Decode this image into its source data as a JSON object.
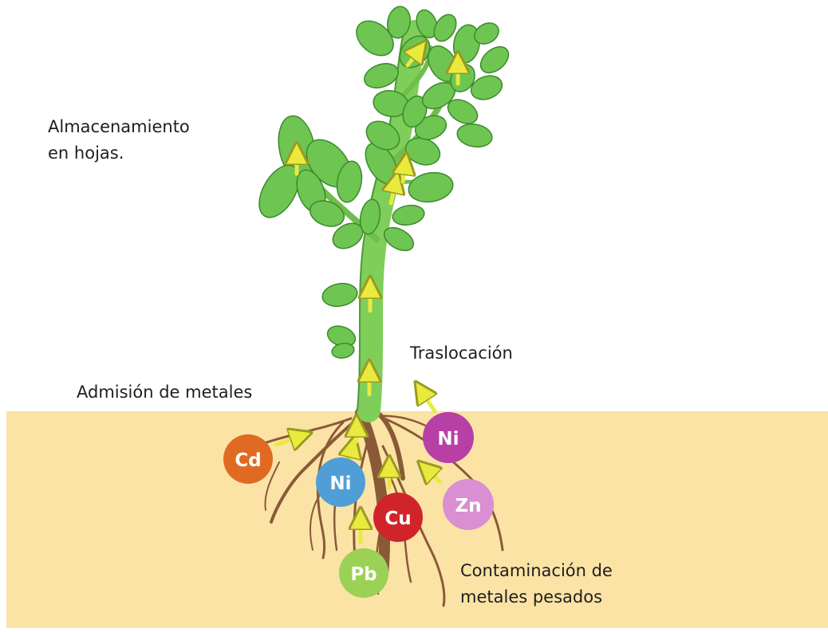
{
  "labels": {
    "storage_line1": "Almacenamiento",
    "storage_line2": "en hojas.",
    "translocation": "Traslocación",
    "uptake": "Admisión de metales",
    "contamination_line1": "Contaminación de",
    "contamination_line2": "metales pesados"
  },
  "metals": [
    {
      "symbol": "Cd",
      "color": "#e06a22"
    },
    {
      "symbol": "Ni",
      "color": "#4f9fd6"
    },
    {
      "symbol": "Cu",
      "color": "#d0242a"
    },
    {
      "symbol": "Ni",
      "color": "#b83fa5"
    },
    {
      "symbol": "Zn",
      "color": "#d98fd2"
    },
    {
      "symbol": "Pb",
      "color": "#9bd154"
    }
  ],
  "colors": {
    "soil": "#fbe3a6",
    "leaf": "#6ec552",
    "leaf_outline": "#3b8a2b",
    "stem": "#7fce5a",
    "root": "#8a5a38",
    "arrow": "#eaea3e",
    "arrow_outline": "#9a9a22"
  }
}
